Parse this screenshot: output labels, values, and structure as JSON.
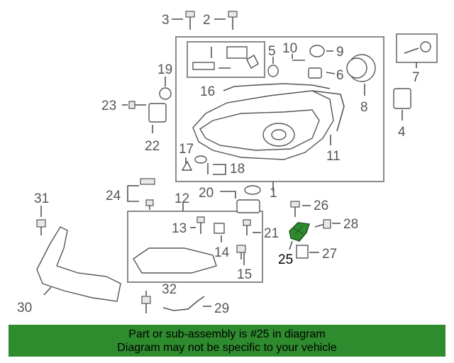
{
  "diagram": {
    "callouts": [
      "1",
      "2",
      "3",
      "4",
      "5",
      "6",
      "7",
      "8",
      "9",
      "10",
      "11",
      "12",
      "13",
      "14",
      "15",
      "16",
      "17",
      "18",
      "19",
      "20",
      "21",
      "22",
      "23",
      "24",
      "25",
      "26",
      "27",
      "28",
      "29",
      "30",
      "31",
      "32"
    ],
    "highlighted_part": "25",
    "highlight_color": "#2e8b2e"
  },
  "banner": {
    "line1": "Part or sub-assembly is #25 in diagram",
    "line2": "Diagram may not be specific to your vehicle",
    "background": "#2e8b2e"
  }
}
